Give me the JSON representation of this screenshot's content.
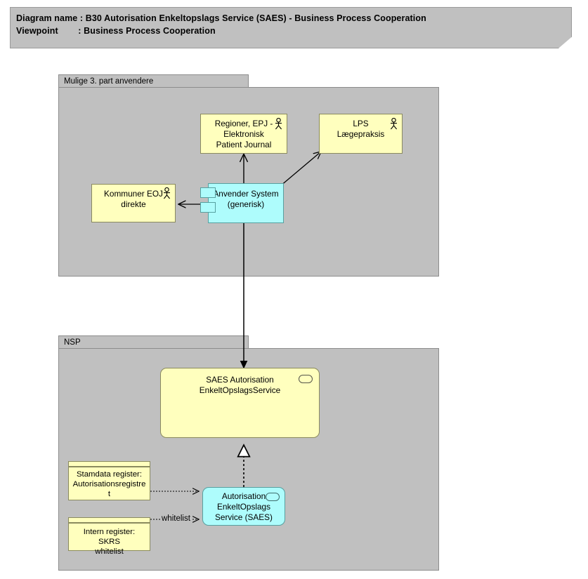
{
  "title_block": {
    "line1": "Diagram name : B30 Autorisation Enkeltopslags Service (SAES) - Business Process Cooperation",
    "line2": "Viewpoint        : Business Process Cooperation",
    "background_color": "#c0c0c0"
  },
  "colors": {
    "group_fill": "#c0c0c0",
    "group_border": "#8c8c8c",
    "node_yellow": "#ffffbe",
    "node_yellow_border": "#8a8a5e",
    "node_cyan": "#aefcfc",
    "node_cyan_border": "#57a0a0",
    "edge_stroke": "#000000",
    "canvas": "#ffffff"
  },
  "groups": [
    {
      "id": "group-3part",
      "label": "Mulige 3. part anvendere"
    },
    {
      "id": "group-nsp",
      "label": "NSP"
    }
  ],
  "nodes": [
    {
      "id": "regioner-epj",
      "label": "Regioner, EPJ -\nElektronisk\nPatient Journal",
      "type": "business-actor",
      "icon": "actor-icon",
      "fill": "#ffffbe"
    },
    {
      "id": "lps-laegepraksis",
      "label": "LPS\nLægepraksis",
      "type": "business-actor",
      "icon": "actor-icon",
      "fill": "#ffffbe"
    },
    {
      "id": "kommuner-eoj",
      "label": "Kommuner EOJ\ndirekte",
      "type": "business-actor",
      "icon": "actor-icon",
      "fill": "#ffffbe"
    },
    {
      "id": "anvender-system",
      "label": "Anvender System\n(generisk)",
      "type": "application-component",
      "icon": "component-icon",
      "fill": "#aefcfc"
    },
    {
      "id": "saes-autorisation-service",
      "label": "SAES Autorisation\nEnkeltOpslagsService",
      "type": "application-service",
      "icon": "oval-icon",
      "fill": "#ffffbe"
    },
    {
      "id": "autorisation-enkeltopslags-saes",
      "label": "Autorisation\nEnkeltOpslags\nService (SAES)",
      "type": "application-service",
      "icon": "oval-icon",
      "fill": "#aefcfc"
    },
    {
      "id": "stamdata-register",
      "label": "Stamdata register:\nAutorisationsregistre\nt",
      "type": "data-object",
      "icon": "data-object-icon",
      "fill": "#ffffbe"
    },
    {
      "id": "intern-register-skrs",
      "label": "Intern register: SKRS\nwhitelist",
      "type": "data-object",
      "icon": "data-object-icon",
      "fill": "#ffffbe"
    }
  ],
  "edges": [
    {
      "id": "e1",
      "from": "anvender-system",
      "to": "regioner-epj",
      "style": "solid",
      "arrow": "open"
    },
    {
      "id": "e2",
      "from": "anvender-system",
      "to": "lps-laegepraksis",
      "style": "solid",
      "arrow": "open"
    },
    {
      "id": "e3",
      "from": "anvender-system",
      "to": "kommuner-eoj",
      "style": "solid",
      "arrow": "open"
    },
    {
      "id": "e4",
      "from": "anvender-system",
      "to": "saes-autorisation-service",
      "style": "solid",
      "arrow": "filled"
    },
    {
      "id": "e5",
      "from": "autorisation-enkeltopslags-saes",
      "to": "saes-autorisation-service",
      "style": "dashed",
      "arrow": "hollow-triangle"
    },
    {
      "id": "e6",
      "from": "stamdata-register",
      "to": "autorisation-enkeltopslags-saes",
      "style": "dotted",
      "arrow": "open",
      "label": ""
    },
    {
      "id": "e7",
      "from": "intern-register-skrs",
      "to": "autorisation-enkeltopslags-saes",
      "style": "dotted",
      "arrow": "open",
      "label": "whitelist"
    }
  ],
  "edge_labels": {
    "whitelist": "whitelist"
  }
}
